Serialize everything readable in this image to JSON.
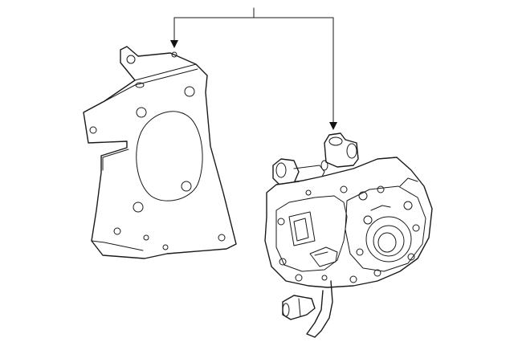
{
  "diagram": {
    "parts": [
      {
        "id": "bracket",
        "icon": "mounting-bracket-icon"
      },
      {
        "id": "pump-assembly",
        "icon": "vacuum-pump-assembly-icon"
      }
    ],
    "callout": {
      "label": "",
      "style": "single leader branching to two parts"
    },
    "colors": {
      "line": "#1a1a1a",
      "background": "#ffffff"
    }
  }
}
